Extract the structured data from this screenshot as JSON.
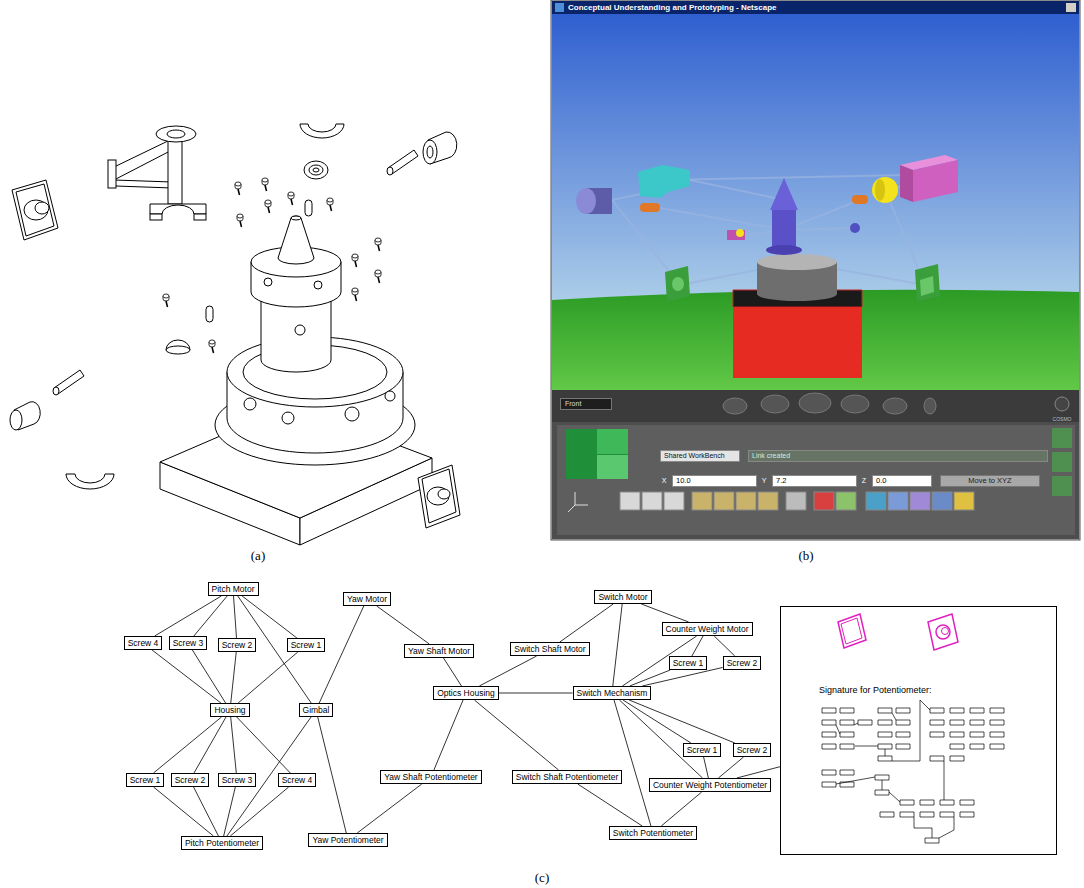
{
  "diagram": {
    "nodes": [
      {
        "text": [
          "Pitch Motor"
        ]
      },
      {
        "text": [
          "Screw 4"
        ]
      },
      {
        "text": [
          "Screw 3"
        ]
      },
      {
        "text": [
          "Screw 2"
        ]
      },
      {
        "text": [
          "Screw 1"
        ]
      },
      {
        "text": [
          "Yaw Motor"
        ]
      },
      {
        "text": [
          "Housing"
        ]
      },
      {
        "text": [
          "Gimbal"
        ]
      },
      {
        "text": [
          "Screw 1"
        ]
      },
      {
        "text": [
          "Screw 2"
        ]
      },
      {
        "text": [
          "Screw 3"
        ]
      },
      {
        "text": [
          "Screw 4"
        ]
      },
      {
        "text": [
          "Pitch Potentiometer"
        ]
      },
      {
        "text": [
          "Yaw Shaft Motor"
        ]
      },
      {
        "text": [
          "Optics Housing"
        ]
      },
      {
        "text": [
          "Yaw Shaft Potentiometer"
        ]
      },
      {
        "text": [
          "Yaw Potentiometer"
        ]
      },
      {
        "text": [
          "Switch Motor"
        ]
      },
      {
        "text": [
          "Switch Shaft Motor"
        ]
      },
      {
        "text": [
          "Counter Weight Motor"
        ]
      },
      {
        "text": [
          "Switch Mechanism"
        ]
      },
      {
        "text": [
          "Screw 1"
        ]
      },
      {
        "text": [
          "Screw 2"
        ]
      },
      {
        "text": [
          "Switch Shaft Potentiometer"
        ]
      },
      {
        "text": [
          "Screw 1"
        ]
      },
      {
        "text": [
          "Screw 2"
        ]
      },
      {
        "text": [
          "Counter Weight Potentiometer"
        ]
      },
      {
        "text": [
          "Switch Potentiometer"
        ]
      },
      {
        "text": [
          "Signature for Potentiometer:"
        ]
      }
    ],
    "edges": [
      {
        "from": 0,
        "to": 1,
        "arrow": "none"
      },
      {
        "from": 0,
        "to": 2,
        "arrow": "none"
      },
      {
        "from": 0,
        "to": 3,
        "arrow": "none"
      },
      {
        "from": 0,
        "to": 4,
        "arrow": "none"
      },
      {
        "from": 0,
        "to": 7,
        "arrow": "none"
      },
      {
        "from": 1,
        "to": 6,
        "arrow": "none"
      },
      {
        "from": 2,
        "to": 6,
        "arrow": "none"
      },
      {
        "from": 3,
        "to": 6,
        "arrow": "none"
      },
      {
        "from": 4,
        "to": 6,
        "arrow": "none"
      },
      {
        "from": 6,
        "to": 8,
        "arrow": "none"
      },
      {
        "from": 6,
        "to": 9,
        "arrow": "none"
      },
      {
        "from": 6,
        "to": 10,
        "arrow": "none"
      },
      {
        "from": 6,
        "to": 11,
        "arrow": "none"
      },
      {
        "from": 8,
        "to": 12,
        "arrow": "none"
      },
      {
        "from": 9,
        "to": 12,
        "arrow": "none"
      },
      {
        "from": 10,
        "to": 12,
        "arrow": "none"
      },
      {
        "from": 11,
        "to": 12,
        "arrow": "none"
      },
      {
        "from": 7,
        "to": 12,
        "arrow": "none"
      },
      {
        "from": 5,
        "to": 7,
        "arrow": "none"
      },
      {
        "from": 7,
        "to": 16,
        "arrow": "none"
      },
      {
        "from": 5,
        "to": 13,
        "arrow": "none"
      },
      {
        "from": 13,
        "to": 14,
        "arrow": "none"
      },
      {
        "from": 14,
        "to": 15,
        "arrow": "none"
      },
      {
        "from": 14,
        "to": 23,
        "arrow": "none"
      },
      {
        "from": 14,
        "to": 18,
        "arrow": "none"
      },
      {
        "from": 14,
        "to": 20,
        "arrow": "none"
      },
      {
        "from": 15,
        "to": 16,
        "arrow": "none"
      },
      {
        "from": 17,
        "to": 18,
        "arrow": "none"
      },
      {
        "from": 17,
        "to": 19,
        "arrow": "none"
      },
      {
        "from": 17,
        "to": 20,
        "arrow": "none"
      },
      {
        "from": 19,
        "to": 21,
        "arrow": "none"
      },
      {
        "from": 19,
        "to": 22,
        "arrow": "none"
      },
      {
        "from": 19,
        "to": 20,
        "arrow": "none"
      },
      {
        "from": 21,
        "to": 20,
        "arrow": "none"
      },
      {
        "from": 22,
        "to": 20,
        "arrow": "none"
      },
      {
        "from": 20,
        "to": 24,
        "arrow": "none"
      },
      {
        "from": 20,
        "to": 25,
        "arrow": "none"
      },
      {
        "from": 20,
        "to": 26,
        "arrow": "none"
      },
      {
        "from": 20,
        "to": 27,
        "arrow": "none"
      },
      {
        "from": 24,
        "to": 26,
        "arrow": "none"
      },
      {
        "from": 25,
        "to": 26,
        "arrow": "none"
      },
      {
        "from": 23,
        "to": 27,
        "arrow": "none"
      },
      {
        "from": 26,
        "to": 27,
        "arrow": "none"
      },
      {
        "from": 26,
        "to": 28,
        "arrow": "none"
      }
    ],
    "labels": [
      "(a)",
      "(b)",
      "(c)",
      "Conceptual Understanding and Prototyping - Netscape",
      "Front",
      "Shared WorkBench",
      "Link created",
      "X",
      "10.0",
      "Y",
      "7.2",
      "Z",
      "0.0",
      "Move to XYZ",
      "COSMO"
    ]
  }
}
